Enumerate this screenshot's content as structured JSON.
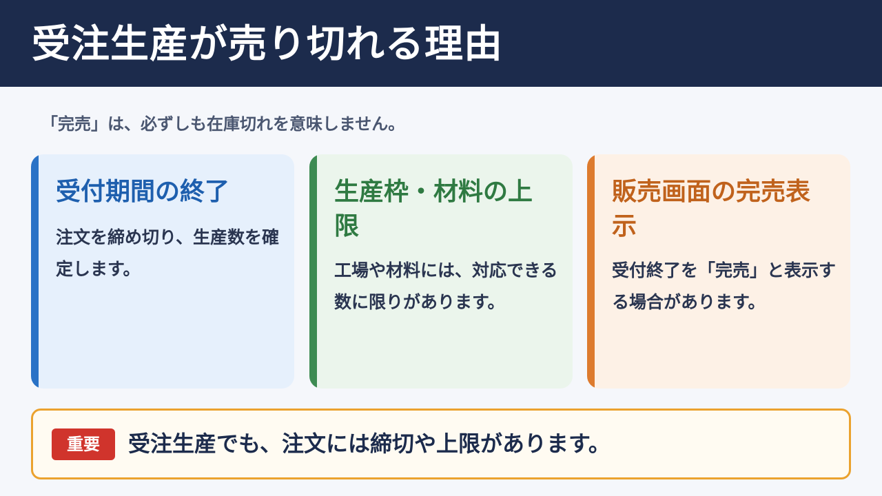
{
  "header": {
    "title": "受注生産が売り切れる理由"
  },
  "subtitle": "「完売」は、必ずしも在庫切れを意味しません。",
  "cards": [
    {
      "title": "受付期間の終了",
      "body": "注文を締め切り、生産数を確定します。",
      "accent_color": "#2a72c6"
    },
    {
      "title": "生産枠・材料の上限",
      "body": "工場や材料には、対応できる数に限りがあります。",
      "accent_color": "#3d8b52"
    },
    {
      "title": "販売画面の完売表示",
      "body": "受付終了を「完売」と表示する場合があります。",
      "accent_color": "#dd7b2e"
    }
  ],
  "notice": {
    "badge": "重要",
    "text": "受注生産でも、注文には締切や上限があります。",
    "border_color": "#eba22e",
    "badge_color": "#d0342c"
  },
  "colors": {
    "header_bg": "#1c2b4c",
    "page_bg": "#f5f7fb"
  }
}
